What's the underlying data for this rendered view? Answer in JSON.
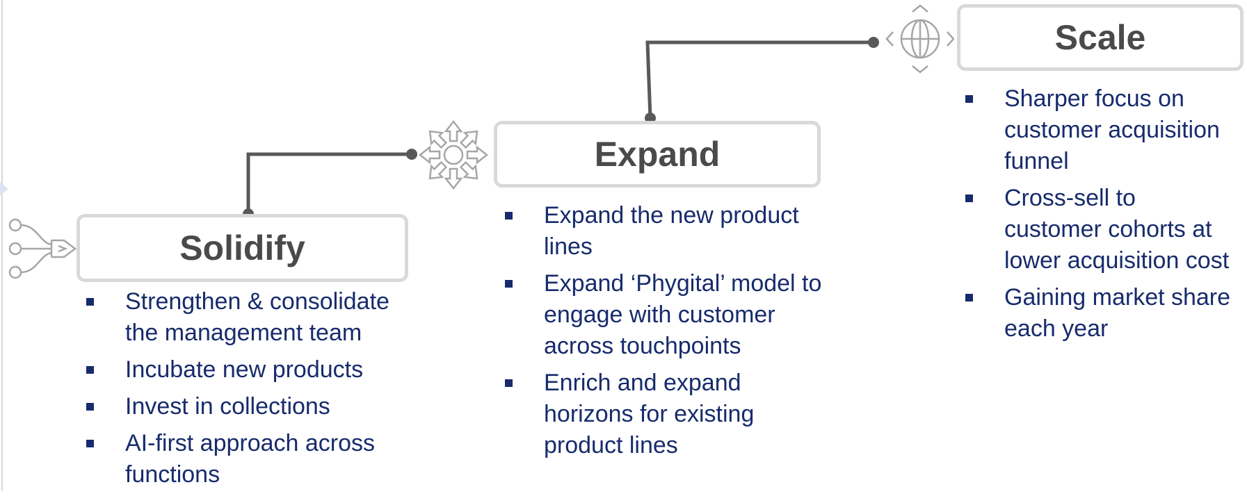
{
  "stages": [
    {
      "title": "Solidify",
      "icon": "merge-arrows-icon",
      "bullets": [
        "Strengthen & consolidate the management team",
        "Incubate new products",
        "Invest in collections",
        "AI-first approach across functions"
      ]
    },
    {
      "title": "Expand",
      "icon": "expand-arrows-icon",
      "bullets": [
        "Expand the new product lines",
        "Expand ‘Phygital’ model to engage with customer across touchpoints",
        "Enrich and expand horizons for existing product lines"
      ]
    },
    {
      "title": "Scale",
      "icon": "globe-icon",
      "bullets": [
        "Sharper focus on customer acquisition funnel",
        "Cross-sell to customer cohorts at lower acquisition cost",
        "Gaining market share each year"
      ]
    }
  ],
  "colors": {
    "box_border": "#d9d9d9",
    "title_text": "#4a4a4a",
    "bullet_text": "#172b6c",
    "connector": "#595959",
    "icon": "#a6a6a6"
  }
}
